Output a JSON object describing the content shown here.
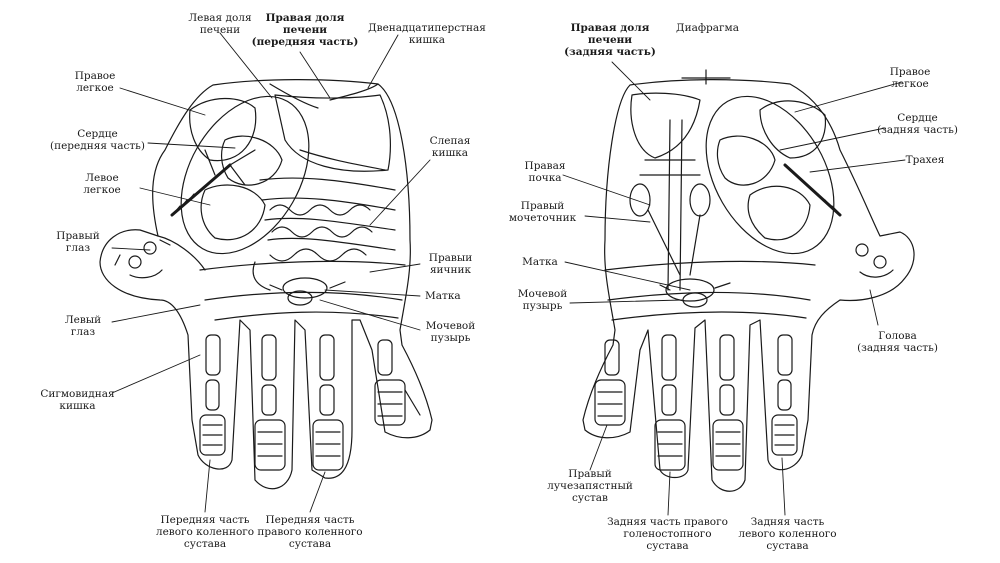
{
  "left_hand": {
    "labels": {
      "left_liver": "Левая доля\nпечени",
      "right_liver_front": "Правая доля\nпечени\n(передняя часть)",
      "duodenum": "Двенадцатиперстная\nкишка",
      "right_lung": "Правое\nлегкое",
      "heart_front": "Сердце\n(передняя часть)",
      "left_lung": "Левое\nлегкое",
      "right_eye": "Правый\nглаз",
      "left_eye": "Левый\nглаз",
      "sigmoid": "Сигмовидная\nкишка",
      "cecum": "Слепая\nкишка",
      "right_ovary": "Правыи\nяичник",
      "uterus": "Матка",
      "bladder": "Мочевой\nпузырь",
      "left_knee_front": "Передняя часть\nлевого коленного\nсустава",
      "right_knee_front": "Передняя часть\nправого коленного\nсустава"
    }
  },
  "right_hand": {
    "labels": {
      "right_liver_back": "Правая доля\nпечени\n(задняя часть)",
      "diaphragm": "Диафрагма",
      "right_lung": "Правое\nлегкое",
      "heart_back": "Сердце\n(задняя часть)",
      "trachea": "Трахея",
      "right_kidney": "Правая\nпочка",
      "right_ureter": "Правый\nмочеточник",
      "uterus": "Матка",
      "bladder": "Мочевой\nпузырь",
      "head_back": "Голова\n(задняя часть)",
      "right_wrist": "Правый\nлучезапястный\nсустав",
      "right_ankle_back": "Задняя часть правого\nголеностопного\nсустава",
      "left_knee_back": "Задняя часть\nлевого коленного\nсустава"
    }
  },
  "colors": {
    "ink": "#1a1a1a",
    "background": "#ffffff"
  }
}
